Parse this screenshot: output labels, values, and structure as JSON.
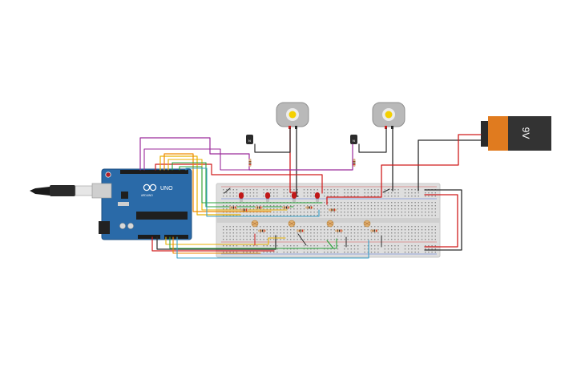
{
  "circuit": {
    "arduino": {
      "brand": "ARDUINO",
      "model": "UNO"
    },
    "battery": {
      "label": "9V",
      "colors": {
        "body": "#333333",
        "cap": "#e07b1f"
      }
    },
    "colors": {
      "breadboard": "#dedede",
      "board": "#2a6aa8",
      "wire_red": "#d01c1c",
      "wire_black": "#2b2b2b",
      "wire_green": "#2aa33a",
      "wire_yellow": "#e8b000",
      "wire_orange": "#f08a00",
      "wire_purple": "#9b2a9b",
      "wire_blue": "#3aa0c8",
      "led": "#c01818"
    },
    "components": {
      "dc_motors": 2,
      "transistors": 2,
      "leds": 4,
      "photoresistors": 4,
      "resistors": 12
    }
  }
}
